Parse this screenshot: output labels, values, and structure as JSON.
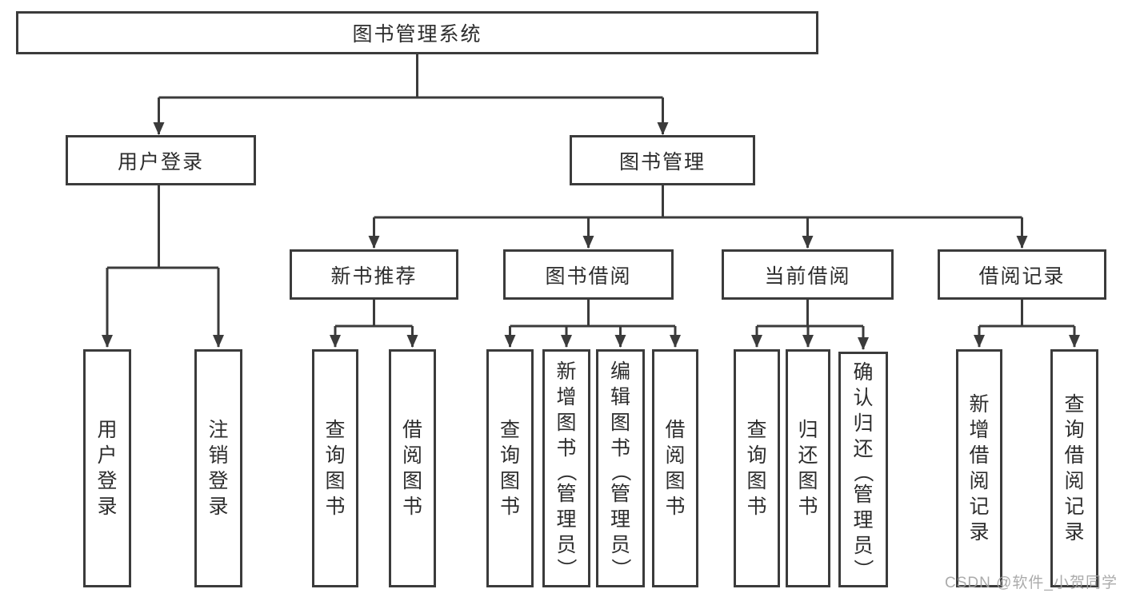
{
  "colors": {
    "line": "#3b3b3b",
    "border": "#3b3b3b",
    "text": "#2d2d2d",
    "watermark": "#a3a3a3",
    "background": "#ffffff"
  },
  "watermark": "CSDN @软件_小贺同学",
  "tree": {
    "label": "图书管理系统",
    "children": [
      {
        "label": "用户登录",
        "children": [
          {
            "label": "用户登录"
          },
          {
            "label": "注销登录"
          }
        ]
      },
      {
        "label": "图书管理",
        "children": [
          {
            "label": "新书推荐",
            "children": [
              {
                "label": "查询图书"
              },
              {
                "label": "借阅图书"
              }
            ]
          },
          {
            "label": "图书借阅",
            "children": [
              {
                "label": "查询图书"
              },
              {
                "label": "新增图书（管理员）"
              },
              {
                "label": "编辑图书（管理员）"
              },
              {
                "label": "借阅图书"
              }
            ]
          },
          {
            "label": "当前借阅",
            "children": [
              {
                "label": "查询图书"
              },
              {
                "label": "归还图书"
              },
              {
                "label": "确认归还（管理员）"
              }
            ]
          },
          {
            "label": "借阅记录",
            "children": [
              {
                "label": "新增借阅记录"
              },
              {
                "label": "查询借阅记录"
              }
            ]
          }
        ]
      }
    ]
  }
}
